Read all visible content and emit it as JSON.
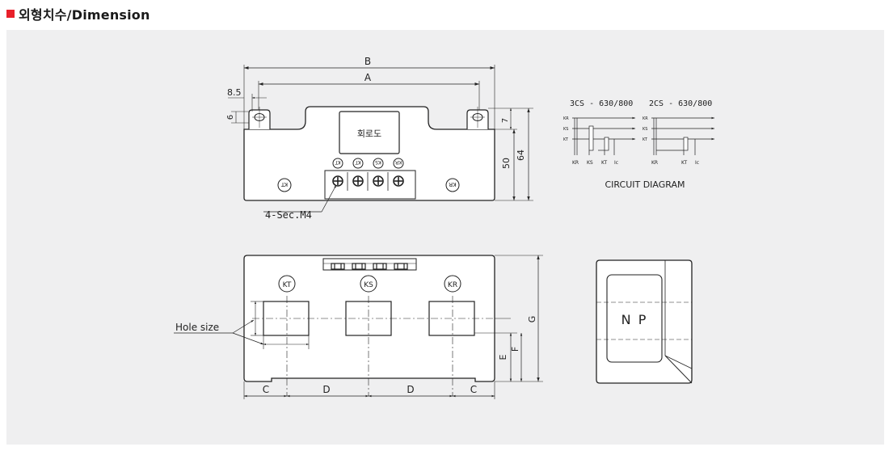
{
  "header": {
    "title": "외형치수/Dimension",
    "accent_color": "#e8202a"
  },
  "top_view": {
    "dim_B": "B",
    "dim_A": "A",
    "dim_8_5": "8.5",
    "dim_6": "6",
    "dim_7": "7",
    "dim_50": "50",
    "dim_64": "64",
    "circuit_box_label": "회로도",
    "terminal_labels": [
      "KT",
      "KT",
      "KS",
      "KR"
    ],
    "left_mark": "KT",
    "right_mark": "KR",
    "screw_callout": "4-Sec.M4"
  },
  "circuit": {
    "left_title": "3CS - 630/800",
    "right_title": "2CS - 630/800",
    "left_inputs": [
      "KR",
      "KS",
      "KT"
    ],
    "left_outputs": [
      "KR",
      "KS",
      "KT",
      "Ic"
    ],
    "right_inputs": [
      "KR",
      "KS",
      "KT"
    ],
    "right_outputs": [
      "KR",
      "KT",
      "Ic"
    ],
    "caption": "CIRCUIT DIAGRAM"
  },
  "front_view": {
    "hole_labels": [
      "KT",
      "KS",
      "KR"
    ],
    "hole_size_label": "Hole size",
    "dim_C_left": "C",
    "dim_D_left": "D",
    "dim_D_right": "D",
    "dim_C_right": "C",
    "dim_E": "E",
    "dim_F": "F",
    "dim_G": "G"
  },
  "side_view": {
    "label": "N P"
  }
}
